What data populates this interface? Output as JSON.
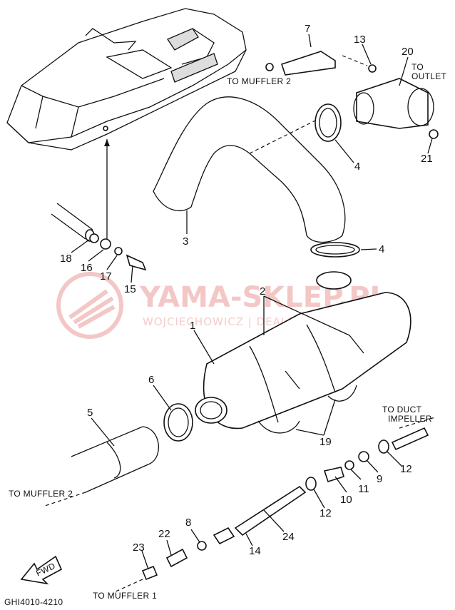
{
  "callouts": {
    "n1": "1",
    "n2": "2",
    "n3": "3",
    "n4a": "4",
    "n4b": "4",
    "n5": "5",
    "n6": "6",
    "n7": "7",
    "n8": "8",
    "n9": "9",
    "n10": "10",
    "n11": "11",
    "n12a": "12",
    "n12b": "12",
    "n13": "13",
    "n14": "14",
    "n15": "15",
    "n16": "16",
    "n17": "17",
    "n18": "18",
    "n19": "19",
    "n20": "20",
    "n21": "21",
    "n22": "22",
    "n23": "23",
    "n24": "24"
  },
  "destinations": {
    "to_muffler_2_top": "TO MUFFLER 2",
    "to_outlet_line1": "TO",
    "to_outlet_line2": "OUTLET",
    "to_duct_line1": "TO DUCT",
    "to_duct_line2": "IMPELLER",
    "to_muffler_2_left": "TO MUFFLER 2",
    "to_muffler_1": "TO MUFFLER 1"
  },
  "fwd_label": "FWD",
  "drawing_code": "GHI4010-4210",
  "watermark": {
    "brand": "YAMA-SKLEP.PL",
    "subtitle": "WOJCIECHOWICZ | DEALER YAMAHA"
  },
  "colors": {
    "line": "#111111",
    "watermark": "#f4c7c7"
  }
}
